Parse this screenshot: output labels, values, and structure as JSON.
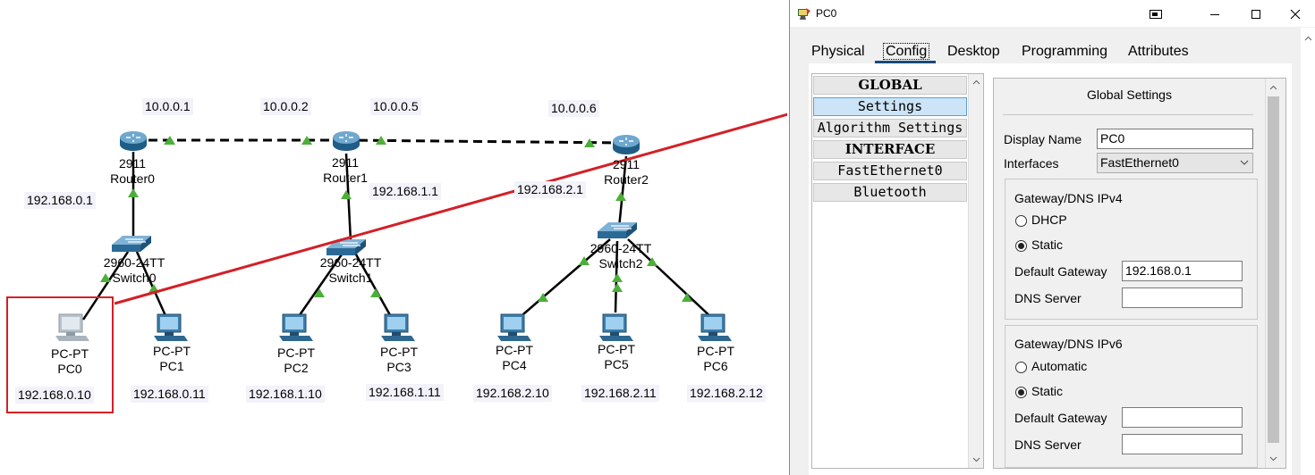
{
  "topology": {
    "routers": [
      {
        "model": "2911",
        "name": "Router0"
      },
      {
        "model": "2911",
        "name": "Router1"
      },
      {
        "model": "2911",
        "name": "Router2"
      }
    ],
    "switches": [
      {
        "model": "2960-24TT",
        "name": "Switch0"
      },
      {
        "model": "2960-24TT",
        "name": "Switch1"
      },
      {
        "model": "2960-24TT",
        "name": "Switch2"
      }
    ],
    "pcs": [
      {
        "type": "PC-PT",
        "name": "PC0",
        "ip": "192.168.0.10"
      },
      {
        "type": "PC-PT",
        "name": "PC1",
        "ip": "192.168.0.11"
      },
      {
        "type": "PC-PT",
        "name": "PC2",
        "ip": "192.168.1.10"
      },
      {
        "type": "PC-PT",
        "name": "PC3",
        "ip": "192.168.1.11"
      },
      {
        "type": "PC-PT",
        "name": "PC4",
        "ip": "192.168.2.10"
      },
      {
        "type": "PC-PT",
        "name": "PC5",
        "ip": "192.168.2.11"
      },
      {
        "type": "PC-PT",
        "name": "PC6",
        "ip": "192.168.2.12"
      }
    ],
    "link_ips": [
      "10.0.0.1",
      "10.0.0.2",
      "10.0.0.5",
      "10.0.0.6"
    ],
    "gateway_ips": [
      "192.168.0.1",
      "192.168.1.1",
      "192.168.2.1"
    ],
    "colors": {
      "link_up": "#4caf3a",
      "highlight": "#d32027",
      "label_bg": "#f2f2fa"
    }
  },
  "window": {
    "title": "PC0",
    "tabs": [
      "Physical",
      "Config",
      "Desktop",
      "Programming",
      "Attributes"
    ],
    "active_tab": "Config",
    "menu": {
      "global_header": "GLOBAL",
      "settings": "Settings",
      "algorithm_settings": "Algorithm Settings",
      "interface_header": "INTERFACE",
      "fastethernet0": "FastEthernet0",
      "bluetooth": "Bluetooth"
    },
    "settings": {
      "title": "Global Settings",
      "display_name_label": "Display Name",
      "display_name_value": "PC0",
      "interfaces_label": "Interfaces",
      "interfaces_value": "FastEthernet0",
      "ipv4": {
        "title": "Gateway/DNS IPv4",
        "dhcp_label": "DHCP",
        "static_label": "Static",
        "selected": "Static",
        "gateway_label": "Default Gateway",
        "gateway_value": "192.168.0.1",
        "dns_label": "DNS Server",
        "dns_value": ""
      },
      "ipv6": {
        "title": "Gateway/DNS IPv6",
        "automatic_label": "Automatic",
        "static_label": "Static",
        "selected": "Static",
        "gateway_label": "Default Gateway",
        "gateway_value": "",
        "dns_label": "DNS Server",
        "dns_value": ""
      }
    }
  }
}
